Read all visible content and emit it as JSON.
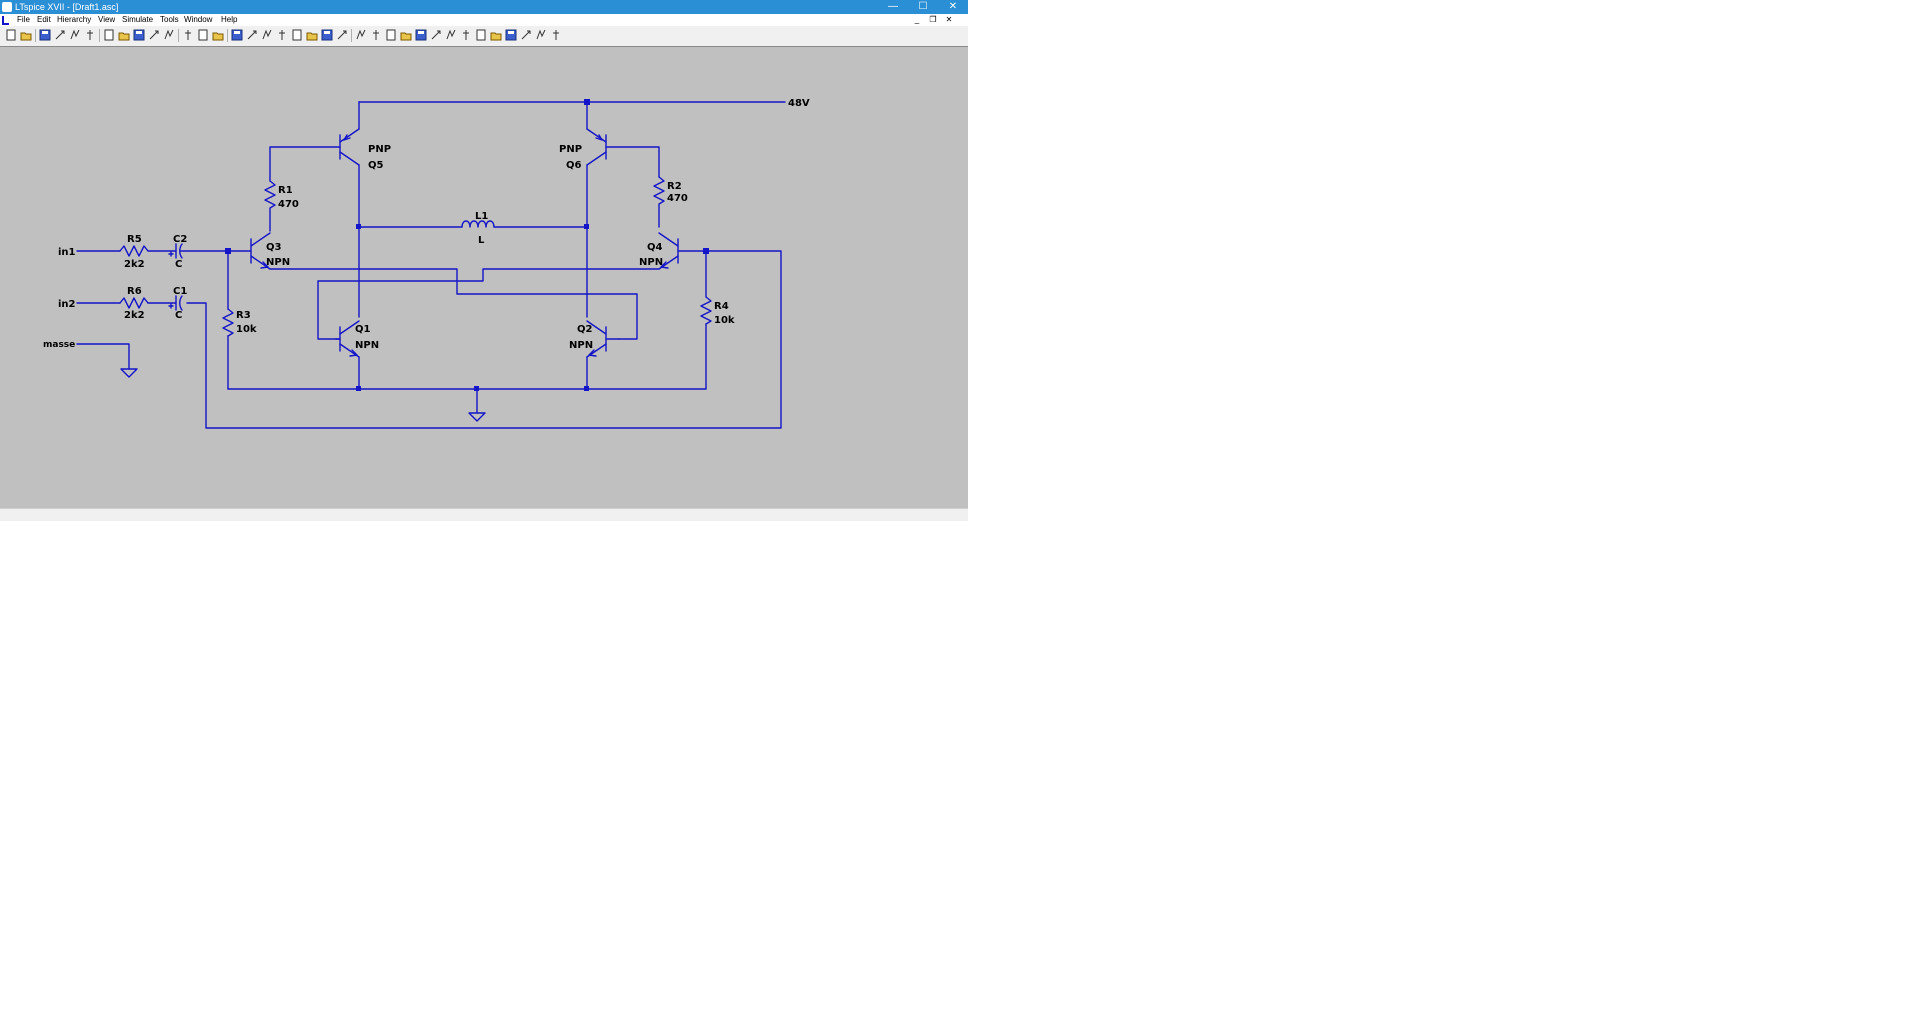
{
  "window": {
    "title": "LTspice XVII - [Draft1.asc]",
    "minimize_glyph": "—",
    "maximize_glyph": "☐",
    "close_glyph": "✕"
  },
  "menu": {
    "items": [
      "File",
      "Edit",
      "Hierarchy",
      "View",
      "Simulate",
      "Tools",
      "Window",
      "Help"
    ],
    "child_minimize": "_",
    "child_restore": "❐",
    "child_close": "✕"
  },
  "toolbar": {
    "icons": [
      "new-schematic-icon",
      "open-icon",
      "save-icon",
      "control-panel-icon",
      "run-icon",
      "halt-icon",
      "zoom-in-icon",
      "pan-icon",
      "zoom-out-icon",
      "zoom-fit-icon",
      "autorange-icon",
      "tile-icon",
      "cascade-icon",
      "close-window-icon",
      "wire-icon",
      "ground-icon",
      "label-icon",
      "resistor-icon",
      "capacitor-icon",
      "inductor-icon",
      "diode-icon",
      "component-icon",
      "move-icon",
      "drag-icon",
      "undo-icon",
      "redo-icon",
      "rotate-icon",
      "mirror-icon",
      "text-icon",
      "spice-directive-icon",
      "cut-icon",
      "copy-icon",
      "paste-icon",
      "find-icon",
      "print-icon",
      "delete-icon"
    ]
  },
  "colors": {
    "wire": "#1414c8",
    "canvas": "#c0c0c0",
    "titlebar": "#2b8fd6",
    "text": "#000000"
  },
  "schematic": {
    "nets": {
      "vcc": "48V",
      "in1": "in1",
      "in2": "in2",
      "ground_label": "masse"
    },
    "components": {
      "Q5": {
        "name": "Q5",
        "model": "PNP"
      },
      "Q6": {
        "name": "Q6",
        "model": "PNP"
      },
      "Q3": {
        "name": "Q3",
        "model": "NPN"
      },
      "Q4": {
        "name": "Q4",
        "model": "NPN"
      },
      "Q1": {
        "name": "Q1",
        "model": "NPN"
      },
      "Q2": {
        "name": "Q2",
        "model": "NPN"
      },
      "R1": {
        "name": "R1",
        "value": "470"
      },
      "R2": {
        "name": "R2",
        "value": "470"
      },
      "R3": {
        "name": "R3",
        "value": "10k"
      },
      "R4": {
        "name": "R4",
        "value": "10k"
      },
      "R5": {
        "name": "R5",
        "value": "2k2"
      },
      "R6": {
        "name": "R6",
        "value": "2k2"
      },
      "C1": {
        "name": "C1",
        "value": "C"
      },
      "C2": {
        "name": "C2",
        "value": "C"
      },
      "L1": {
        "name": "L1",
        "value": "L"
      }
    }
  }
}
